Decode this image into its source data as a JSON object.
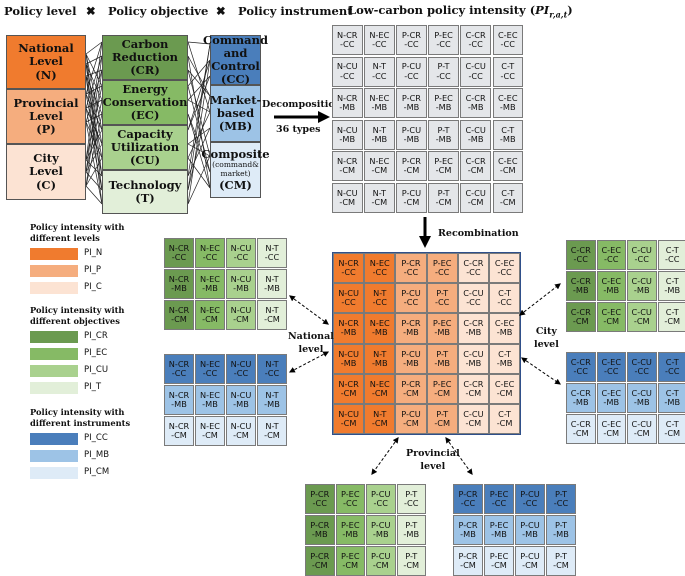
{
  "header": {
    "policy_level": "Policy level",
    "times1": "✖",
    "policy_objective": "Policy objective",
    "times2": "✖",
    "policy_instrument": "Policy instrument",
    "intensity_title_main": "Low-carbon policy intensity (",
    "intensity_title_sym": "PI",
    "intensity_title_sub": "r,a,t",
    "intensity_title_close": ")"
  },
  "levels": [
    {
      "l1": "National",
      "l2": "Level",
      "l3": "(N)",
      "color": "#f07b2e"
    },
    {
      "l1": "Provincial",
      "l2": "Level",
      "l3": "(P)",
      "color": "#f5ad7e"
    },
    {
      "l1": "City",
      "l2": "Level",
      "l3": "(C)",
      "color": "#fce3d3"
    }
  ],
  "objectives": [
    {
      "l1": "Carbon",
      "l2": "Reduction",
      "l3": "(CR)",
      "color": "#6b9a50"
    },
    {
      "l1": "Energy",
      "l2": "Conservation",
      "l3": "(EC)",
      "color": "#86ba65"
    },
    {
      "l1": "Capacity",
      "l2": "Utilization",
      "l3": "(CU)",
      "color": "#a9d18e"
    },
    {
      "l1": "Technology",
      "l2": "(T)",
      "l3": "",
      "color": "#e2efd9"
    }
  ],
  "instruments": [
    {
      "l1": "Command",
      "l2": "and",
      "l3": "Control",
      "l4": "(CC)",
      "color": "#4a7ebb"
    },
    {
      "l1": "Market-",
      "l2": "based",
      "l3": "(MB)",
      "l4": "",
      "color": "#9dc3e6"
    },
    {
      "l1": "Composite",
      "l2": "(command&",
      "l3": "market)",
      "l4": "(CM)",
      "color": "#deebf7"
    }
  ],
  "arrows": {
    "decomposition": "Decomposition",
    "types": "36 types",
    "recombination": "Recombination"
  },
  "grid_labels": [
    [
      "N-CR\n-CC",
      "N-EC\n-CC",
      "P-CR\n-CC",
      "P-EC\n-CC",
      "C-CR\n-CC",
      "C-EC\n-CC"
    ],
    [
      "N-CU\n-CC",
      "N-T\n-CC",
      "P-CU\n-CC",
      "P-T\n-CC",
      "C-CU\n-CC",
      "C-T\n-CC"
    ],
    [
      "N-CR\n-MB",
      "N-EC\n-MB",
      "P-CR\n-MB",
      "P-EC\n-MB",
      "C-CR\n-MB",
      "C-EC\n-MB"
    ],
    [
      "N-CU\n-MB",
      "N-T\n-MB",
      "P-CU\n-MB",
      "P-T\n-MB",
      "C-CU\n-MB",
      "C-T\n-MB"
    ],
    [
      "N-CR\n-CM",
      "N-EC\n-CM",
      "P-CR\n-CM",
      "P-EC\n-CM",
      "C-CR\n-CM",
      "C-EC\n-CM"
    ],
    [
      "N-CU\n-CM",
      "N-T\n-CM",
      "P-CU\n-CM",
      "P-T\n-CM",
      "C-CU\n-CM",
      "C-T\n-CM"
    ]
  ],
  "sub_labels": {
    "national_obj": [
      [
        "N-CR\n-CC",
        "N-EC\n-CC",
        "N-CU\n-CC",
        "N-T\n-CC"
      ],
      [
        "N-CR\n-MB",
        "N-EC\n-MB",
        "N-CU\n-MB",
        "N-T\n-MB"
      ],
      [
        "N-CR\n-CM",
        "N-EC\n-CM",
        "N-CU\n-CM",
        "N-T\n-CM"
      ]
    ],
    "provincial": [
      [
        "P-CR\n-CC",
        "P-EC\n-CC",
        "P-CU\n-CC",
        "P-T\n-CC"
      ],
      [
        "P-CR\n-MB",
        "P-EC\n-MB",
        "P-CU\n-MB",
        "P-T\n-MB"
      ],
      [
        "P-CR\n-CM",
        "P-EC\n-CM",
        "P-CU\n-CM",
        "P-T\n-CM"
      ]
    ],
    "city": [
      [
        "C-CR\n-CC",
        "C-EC\n-CC",
        "C-CU\n-CC",
        "C-T\n-CC"
      ],
      [
        "C-CR\n-MB",
        "C-EC\n-MB",
        "C-CU\n-MB",
        "C-T\n-MB"
      ],
      [
        "C-CR\n-CM",
        "C-EC\n-CM",
        "C-CU\n-CM",
        "C-T\n-CM"
      ]
    ]
  },
  "side_labels": {
    "national": [
      "National",
      "level"
    ],
    "city": [
      "City",
      "level"
    ],
    "provincial": [
      "Provincial",
      "level"
    ]
  },
  "legend": {
    "levels_title": [
      "Policy intensity with",
      "different levels"
    ],
    "levels": [
      {
        "name": "PI_N",
        "color": "#f07b2e"
      },
      {
        "name": "PI_P",
        "color": "#f5ad7e"
      },
      {
        "name": "PI_C",
        "color": "#fce3d3"
      }
    ],
    "objectives_title": [
      "Policy intensity with",
      "different objectives"
    ],
    "objectives": [
      {
        "name": "PI_CR",
        "color": "#6b9a50"
      },
      {
        "name": "PI_EC",
        "color": "#86ba65"
      },
      {
        "name": "PI_CU",
        "color": "#a9d18e"
      },
      {
        "name": "PI_T",
        "color": "#e2efd9"
      }
    ],
    "instruments_title": [
      "Policy intensity with",
      "different instruments"
    ],
    "instruments": [
      {
        "name": "PI_CC",
        "color": "#4a7ebb"
      },
      {
        "name": "PI_MB",
        "color": "#9dc3e6"
      },
      {
        "name": "PI_CM",
        "color": "#deebf7"
      }
    ]
  },
  "colors": {
    "grey_cell": "#e4e6e9",
    "grid_border": "#2f4f8a"
  }
}
